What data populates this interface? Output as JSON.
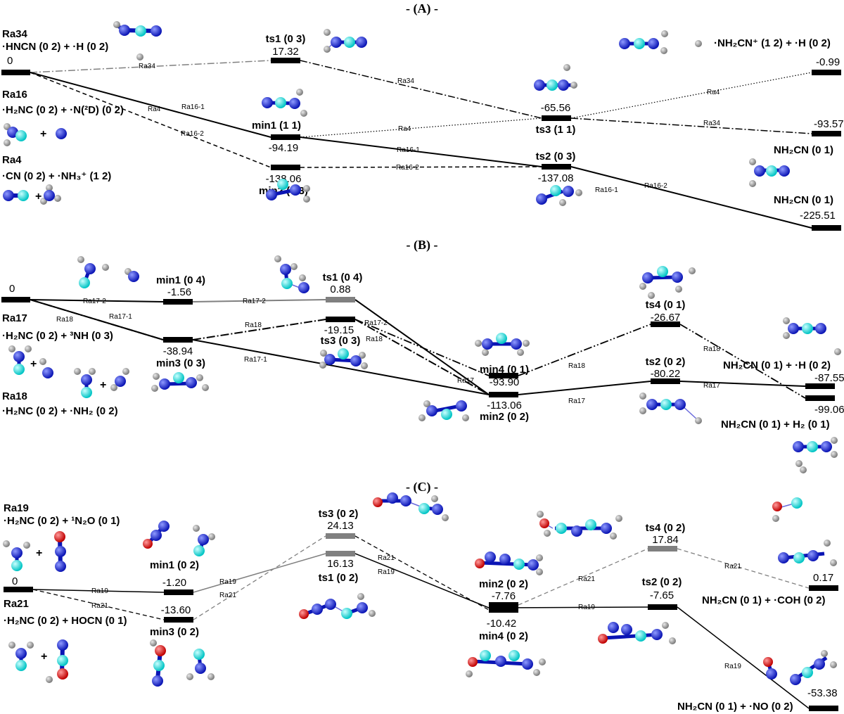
{
  "colors": {
    "line": "#000000",
    "gray_line": "#808080",
    "n_atom": "#0a14b4",
    "c_atom": "#00d2d2",
    "o_atom": "#d20a0a",
    "h_atom": "#8a8a8a"
  },
  "panels": [
    {
      "title": "- (A) -",
      "reactant_value": "0",
      "entries": [
        {
          "key": "ra34_name",
          "text": "Ra34"
        },
        {
          "key": "ra34_formula",
          "text": "·HNCN (0 2) + ·H (0 2)"
        },
        {
          "key": "ra16_name",
          "text": "Ra16"
        },
        {
          "key": "ra16_formula",
          "text": "·H₂NC (0 2) + ·N(²D) (0 2)"
        },
        {
          "key": "ra4_name",
          "text": "Ra4"
        },
        {
          "key": "ra4_formula",
          "text": "·CN (0 2) + ·NH₃⁺ (1 2)"
        }
      ],
      "levels": [
        {
          "key": "ts1",
          "name": "ts1 (0 3)",
          "value": "17.32"
        },
        {
          "key": "min1",
          "name": "min1 (1 1)",
          "value": "-94.19"
        },
        {
          "key": "min2",
          "name": "min2 (0 3)",
          "value": "-138.06"
        },
        {
          "key": "ts3",
          "name": "ts3 (1 1)",
          "value": "-65.56"
        },
        {
          "key": "ts2",
          "name": "ts2 (0 3)",
          "value": "-137.08"
        },
        {
          "key": "p_nh2cn_plus",
          "name": "·NH₂CN⁺ (1 2) + ·H (0 2)",
          "value": "-0.99"
        },
        {
          "key": "p_93",
          "name": "NH₂CN (0 1)",
          "value": "-93.57"
        },
        {
          "key": "p_225",
          "name": "NH₂CN (0 1)",
          "value": "-225.51"
        }
      ],
      "path_labels": [
        "Ra34",
        "Ra4",
        "Ra16-1",
        "Ra16-2"
      ]
    },
    {
      "title": "- (B) -",
      "reactant_value": "0",
      "entries": [
        {
          "key": "ra17_name",
          "text": "Ra17"
        },
        {
          "key": "ra17_formula",
          "text": "·H₂NC (0 2) + ³NH (0 3)"
        },
        {
          "key": "ra18_name",
          "text": "Ra18"
        },
        {
          "key": "ra18_formula",
          "text": "·H₂NC (0 2) + ·NH₂ (0 2)"
        }
      ],
      "levels": [
        {
          "key": "min1",
          "name": "min1 (0 4)",
          "value": "-1.56"
        },
        {
          "key": "min3",
          "name": "min3 (0 3)",
          "value": "-38.94"
        },
        {
          "key": "ts1",
          "name": "ts1 (0 4)",
          "value": "0.88"
        },
        {
          "key": "ts3",
          "name": "ts3 (0 3)",
          "value": "-19.15"
        },
        {
          "key": "min4",
          "name": "min4 (0 1)",
          "value": "-93.90"
        },
        {
          "key": "min2",
          "name": "min2 (0 2)",
          "value": "-113.06"
        },
        {
          "key": "ts4",
          "name": "ts4 (0 1)",
          "value": "-26.67"
        },
        {
          "key": "ts2",
          "name": "ts2 (0 2)",
          "value": "-80.22"
        },
        {
          "key": "p_h",
          "name": "NH₂CN (0 1) + ·H (0 2)",
          "value": "-87.55"
        },
        {
          "key": "p_h2",
          "name": "NH₂CN (0 1) + H₂ (0 1)",
          "value": "-99.06"
        }
      ],
      "path_labels": [
        "Ra17-2",
        "Ra17-1",
        "Ra18",
        "Ra17"
      ]
    },
    {
      "title": "- (C) -",
      "reactant_value": "0",
      "entries": [
        {
          "key": "ra19_name",
          "text": "Ra19"
        },
        {
          "key": "ra19_formula",
          "text": "·H₂NC (0 2) + ¹N₂O (0 1)"
        },
        {
          "key": "ra21_name",
          "text": "Ra21"
        },
        {
          "key": "ra21_formula",
          "text": "·H₂NC (0 2) + HOCN (0 1)"
        }
      ],
      "levels": [
        {
          "key": "min1",
          "name": "min1 (0 2)",
          "value": "-1.20"
        },
        {
          "key": "min3",
          "name": "min3 (0 2)",
          "value": "-13.60"
        },
        {
          "key": "ts3",
          "name": "ts3 (0 2)",
          "value": "24.13"
        },
        {
          "key": "ts1",
          "name": "ts1 (0 2)",
          "value": "16.13"
        },
        {
          "key": "min2",
          "name": "min2 (0 2)",
          "value": "-7.76"
        },
        {
          "key": "min4",
          "name": "min4 (0 2)",
          "value": "-10.42"
        },
        {
          "key": "ts4",
          "name": "ts4 (0 2)",
          "value": "17.84"
        },
        {
          "key": "ts2",
          "name": "ts2 (0 2)",
          "value": "-7.65"
        },
        {
          "key": "p_coh",
          "name": "NH₂CN (0 1) + ·COH (0 2)",
          "value": "0.17"
        },
        {
          "key": "p_no",
          "name": "NH₂CN (0 1) + ·NO (0 2)",
          "value": "-53.38"
        }
      ],
      "path_labels": [
        "Ra19",
        "Ra21"
      ]
    }
  ]
}
